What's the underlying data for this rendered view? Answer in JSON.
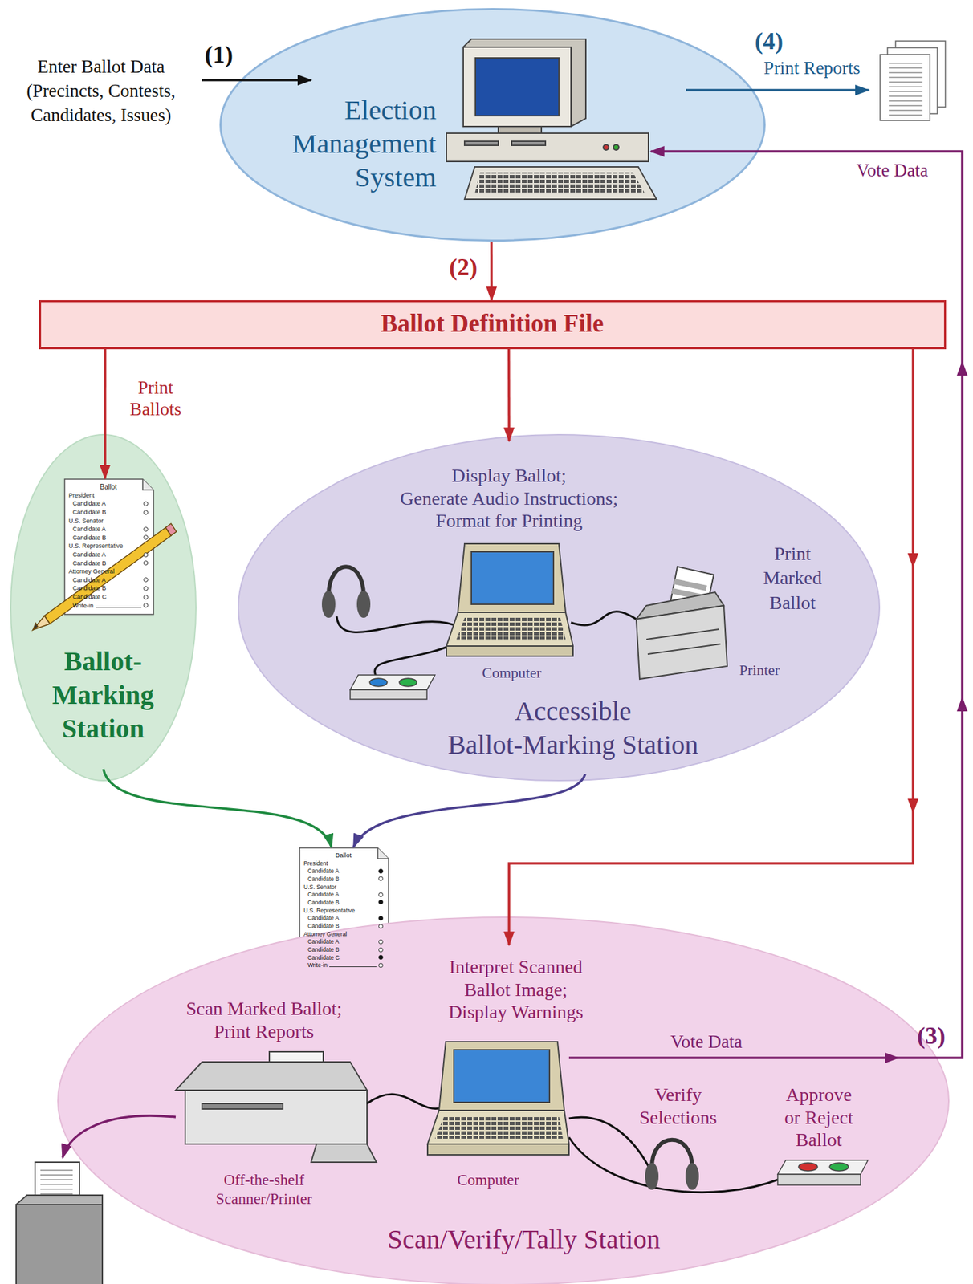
{
  "diagram": {
    "nodes": [
      {
        "text": [
          "Election Management System"
        ]
      },
      {
        "text": [
          "Ballot Definition File"
        ]
      },
      {
        "text": [
          "Ballot-Marking Station"
        ]
      },
      {
        "text": [
          "Ballot",
          "President",
          "Candidate A",
          "Candidate B",
          "U.S. Senator",
          "Candidate A",
          "Candidate B",
          "U.S. Representative",
          "Candidate A",
          "Candidate B",
          "Attorney General",
          "Candidate A",
          "Candidate B",
          "Candidate C",
          "Write-in"
        ],
        "in": 2
      },
      {
        "text": [
          "Display Ballot; Generate Audio Instructions; Format for Printing",
          "Print Marked Ballot",
          "Computer",
          "Printer",
          "Accessible Ballot-Marking Station"
        ]
      },
      {
        "text": [
          "Ballot",
          "President",
          "Candidate A",
          "Candidate B",
          "U.S. Senator",
          "Candidate A",
          "Candidate B",
          "U.S. Representative",
          "Candidate A",
          "Candidate B",
          "Attorney General",
          "Candidate A",
          "Candidate B",
          "Candidate C",
          "Write-in"
        ]
      },
      {
        "text": [
          "Interpret Scanned Ballot Image; Display Warnings",
          "Scan Marked Ballot; Print Reports",
          "Verify Selections",
          "Approve or Reject Ballot",
          "Off-the-shelf Scanner/Printer",
          "Computer",
          "Scan/Verify/Tally Station"
        ]
      }
    ],
    "edges": [
      {
        "from": 0,
        "to": 1,
        "arrow": "to"
      },
      {
        "from": 1,
        "to": 3,
        "label": "Print Ballots",
        "arrow": "to"
      },
      {
        "from": 1,
        "to": 4,
        "arrow": "to"
      },
      {
        "from": 1,
        "to": 6,
        "arrow": "to"
      },
      {
        "from": 2,
        "to": 5,
        "arrow": "to"
      },
      {
        "from": 4,
        "to": 5,
        "arrow": "to"
      },
      {
        "from": 6,
        "to": 0,
        "label": "Vote Data",
        "arrow": "to"
      }
    ],
    "labels": [
      "Enter Ballot Data (Precincts, Contests, Candidates, Issues)",
      "(1)",
      "(2)",
      "(3)",
      "(4)",
      "Print Reports",
      "Vote Data"
    ]
  }
}
